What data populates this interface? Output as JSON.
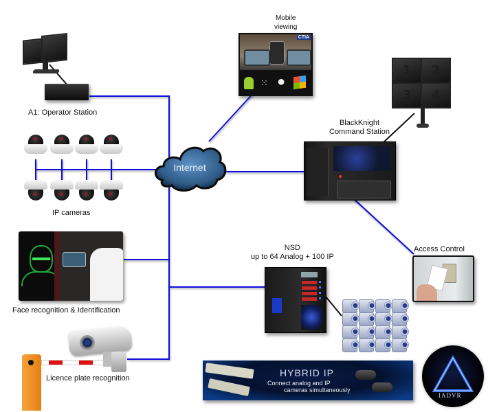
{
  "diagram": {
    "type": "network-topology",
    "hub": {
      "label": "Internet",
      "icon": "cloud-icon"
    },
    "nodes": [
      {
        "id": "operator-station",
        "label": "A1: Operator Station"
      },
      {
        "id": "mobile-viewing",
        "label_lines": [
          "Mobile",
          "viewing"
        ],
        "badge": "CTIA"
      },
      {
        "id": "command-station",
        "label_lines": [
          "BlackKnight",
          "Command Station"
        ]
      },
      {
        "id": "video-wall",
        "screens": [
          "1",
          "2",
          "3",
          "4"
        ]
      },
      {
        "id": "ip-cameras",
        "label": "IP cameras",
        "count": 8
      },
      {
        "id": "face-recognition",
        "label": "Face recognition & Identification"
      },
      {
        "id": "nsd",
        "label_lines": [
          "NSD",
          "up to 64 Analog + 100 IP"
        ]
      },
      {
        "id": "access-control",
        "label": "Access Control"
      },
      {
        "id": "licence-plate",
        "label": "Licence plate recognition"
      }
    ],
    "mobile_platforms": [
      "android",
      "blackberry",
      "apple",
      "windows"
    ],
    "banner": {
      "title": "HYBRID IP",
      "subtitle_lines": [
        "Connect analog and IP",
        "cameras simultaneously"
      ]
    },
    "logo": {
      "text": "IADVR"
    }
  },
  "colors": {
    "wire": "#1010e0",
    "black_wire": "#111111",
    "cloud": "#3c6c9c"
  }
}
